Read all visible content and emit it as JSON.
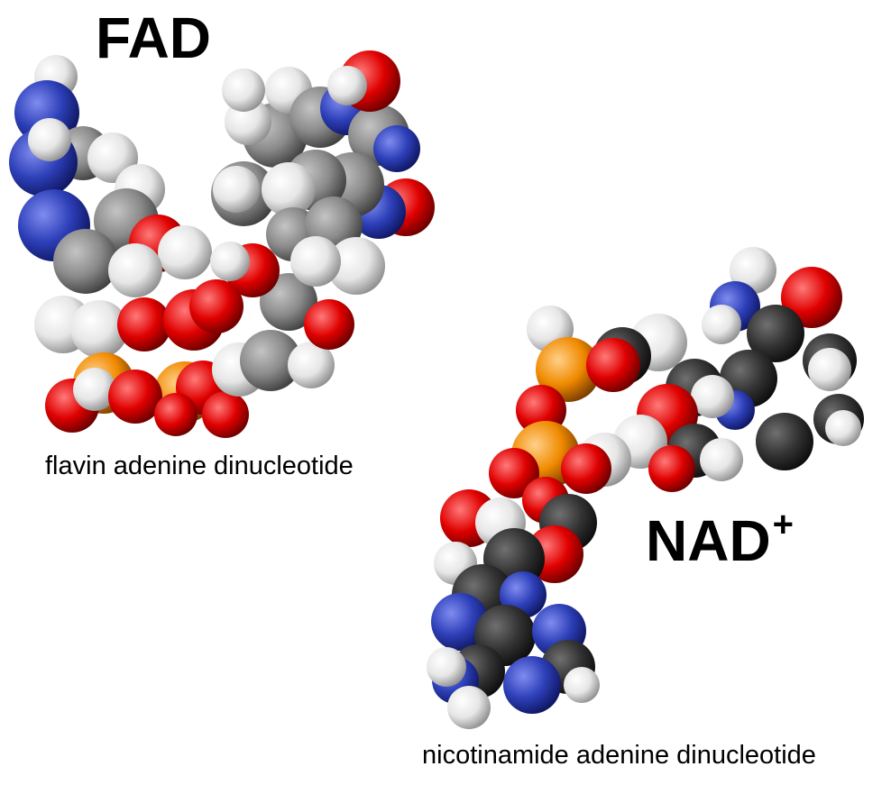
{
  "fad": {
    "title": "FAD",
    "caption": "flavin adenine dinucleotide",
    "model_icon": "space-filling-molecule-model"
  },
  "nad": {
    "title": "NAD",
    "superscript": "+",
    "caption": "nicotinamide adenine dinucleotide",
    "model_icon": "space-filling-molecule-model"
  },
  "element_colors": {
    "carbon_fad": "#8a8a8a",
    "carbon_nad": "#333333",
    "hydrogen": "#f2f2f2",
    "nitrogen": "#2d3fb8",
    "oxygen": "#e00000",
    "phosphorus": "#f08a00"
  }
}
